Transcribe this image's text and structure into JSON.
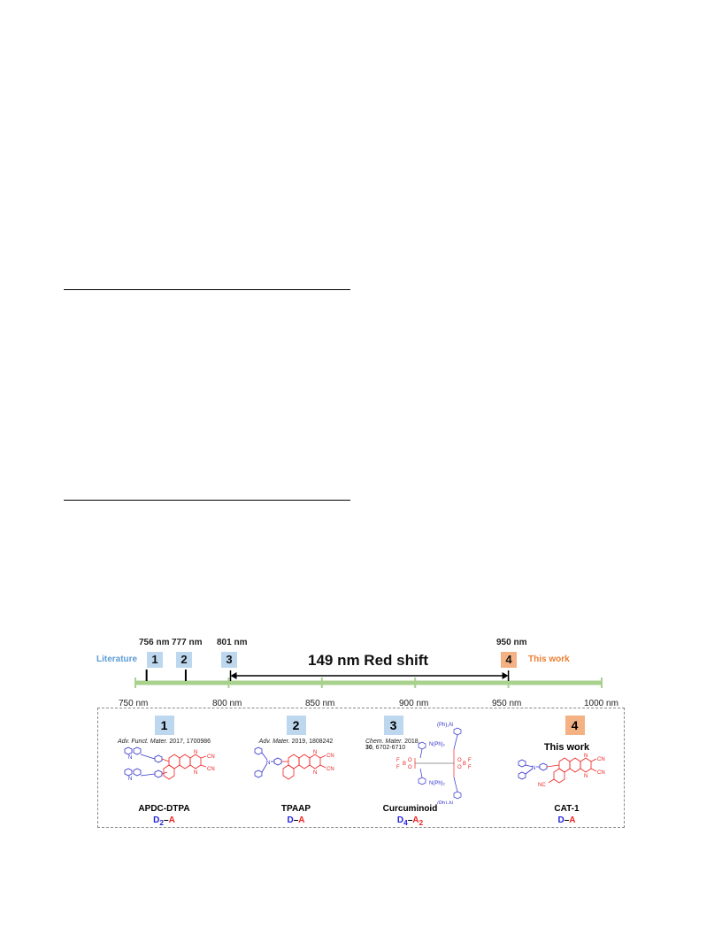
{
  "timeline": {
    "literature_label": "Literature",
    "this_work_label": "This work",
    "shift_label": "149 nm Red shift",
    "markers": [
      {
        "id": "1",
        "wavelength_label": "756 nm",
        "wavelength": 756,
        "color": "#bdd7ee"
      },
      {
        "id": "2",
        "wavelength_label": "777 nm",
        "wavelength": 777,
        "color": "#bdd7ee"
      },
      {
        "id": "3",
        "wavelength_label": "801 nm",
        "wavelength": 801,
        "color": "#bdd7ee"
      },
      {
        "id": "4",
        "wavelength_label": "950 nm",
        "wavelength": 950,
        "color": "#f4b183"
      }
    ],
    "axis_ticks": [
      "750 nm",
      "800 nm",
      "850 nm",
      "900 nm",
      "950 nm",
      "1000 nm"
    ],
    "axis_color": "#a9d18e"
  },
  "compounds": [
    {
      "id": "1",
      "ref_journal": "Adv. Funct. Mater.",
      "ref_rest": " 2017, 1700986",
      "name": "APDC-DTPA",
      "type_d": "D",
      "type_d_sub": "2",
      "type_sep": "–",
      "type_a": "A",
      "type_a_sub": ""
    },
    {
      "id": "2",
      "ref_journal": "Adv. Mater.",
      "ref_rest": " 2019, 1808242",
      "name": "TPAAP",
      "type_d": "D",
      "type_d_sub": "",
      "type_sep": "–",
      "type_a": "A",
      "type_a_sub": ""
    },
    {
      "id": "3",
      "ref_journal": "Chem. Mater.",
      "ref_rest": " 2018,",
      "ref_line2_bold": "30",
      "ref_line2_rest": ", 6702-6710",
      "name": "Curcuminoid",
      "type_d": "D",
      "type_d_sub": "4",
      "type_sep": "–",
      "type_a": "A",
      "type_a_sub": "2"
    },
    {
      "id": "4",
      "this_work": "This work",
      "name": "CAT-1",
      "type_d": "D",
      "type_d_sub": "",
      "type_sep": "–",
      "type_a": "A",
      "type_a_sub": ""
    }
  ],
  "chem_labels": {
    "cn": "CN",
    "n": "N",
    "nph2": "N(Ph)₂",
    "ph2n": "(Ph)₂N",
    "f": "F",
    "b": "B",
    "o": "O",
    "nc": "NC"
  }
}
